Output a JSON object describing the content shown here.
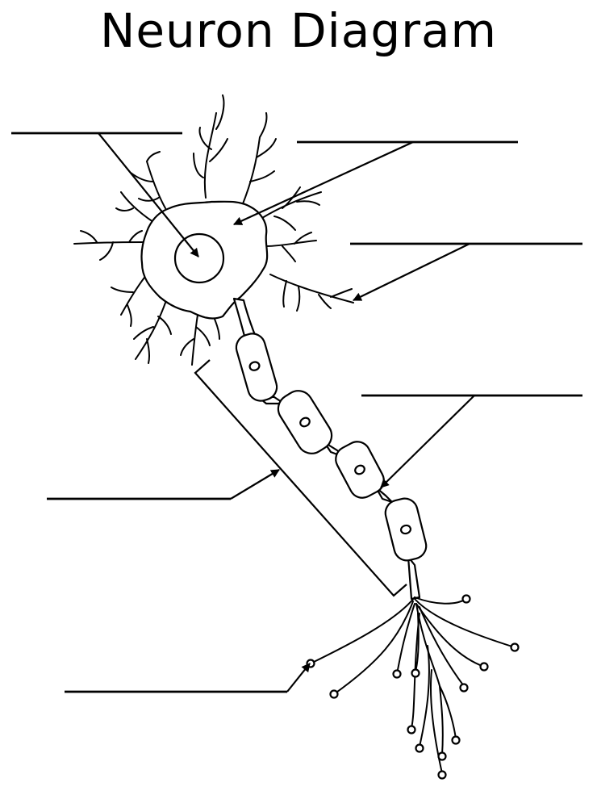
{
  "title": "Neuron Diagram",
  "colors": {
    "ink": "#000000",
    "paper": "#ffffff"
  },
  "labels": [
    {
      "id": "nucleus",
      "text": ""
    },
    {
      "id": "cell-body",
      "text": ""
    },
    {
      "id": "dendrites",
      "text": ""
    },
    {
      "id": "myelin-sheath",
      "text": ""
    },
    {
      "id": "axon",
      "text": ""
    },
    {
      "id": "axon-terminals",
      "text": ""
    }
  ]
}
